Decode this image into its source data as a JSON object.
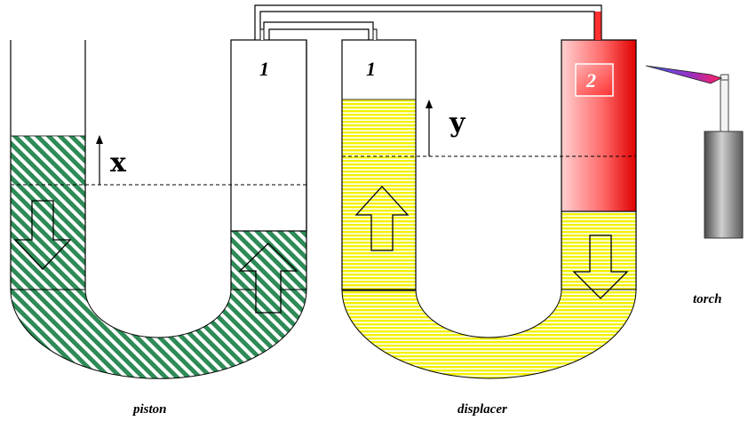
{
  "labels": {
    "piston": "piston",
    "displacer": "displacer",
    "torch": "torch",
    "x": "x",
    "y": "y",
    "space_1_left": "1",
    "space_1_right": "1",
    "space_2": "2"
  },
  "colors": {
    "piston_fluid": "#2e8b57",
    "displacer_fluid": "#f2f200",
    "hot_space": "#ff2020",
    "torch_body": "#808080",
    "flame": "#8a3cc8",
    "outline": "#000000"
  }
}
